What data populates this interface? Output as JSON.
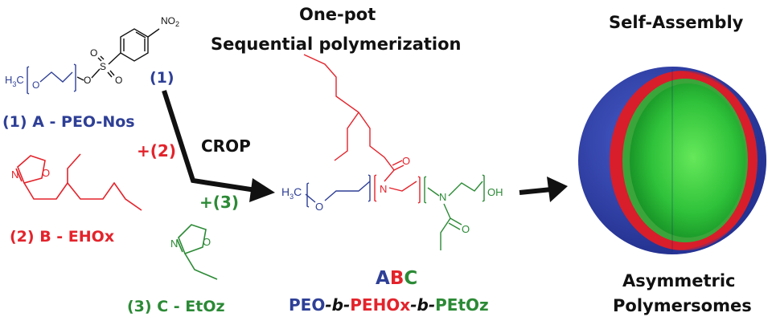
{
  "header": {
    "one_pot_line1": "One-pot",
    "one_pot_line2": "Sequential polymerization",
    "self_assembly": "Self-Assembly"
  },
  "reactants": {
    "a_tag": "(1)",
    "a_label": "(1) A - PEO-Nos",
    "b_label": "(2) B - EHOx",
    "c_label": "(3) C - EtOz",
    "step2": "+(2)",
    "step3": "+(3)",
    "crop": "CROP"
  },
  "atoms": {
    "no2": "NO",
    "no2_sub": "2",
    "o": "O",
    "s": "S",
    "n": "N",
    "oh": "OH",
    "h3c": "H",
    "h3c_sub": "3",
    "h3c_c": "C"
  },
  "product": {
    "abc_a": "A",
    "abc_b": "B",
    "abc_c": "C",
    "name_peo": "PEO",
    "name_b1": "-b-",
    "name_pehox": "PEHOx",
    "name_b2": "-b-",
    "name_petoz": "PEtOz"
  },
  "result": {
    "line1": "Asymmetric",
    "line2": "Polymersomes"
  },
  "colors": {
    "blue": "#2e3f96",
    "red": "#e3232b",
    "green": "#2b8a35",
    "black": "#111111"
  }
}
